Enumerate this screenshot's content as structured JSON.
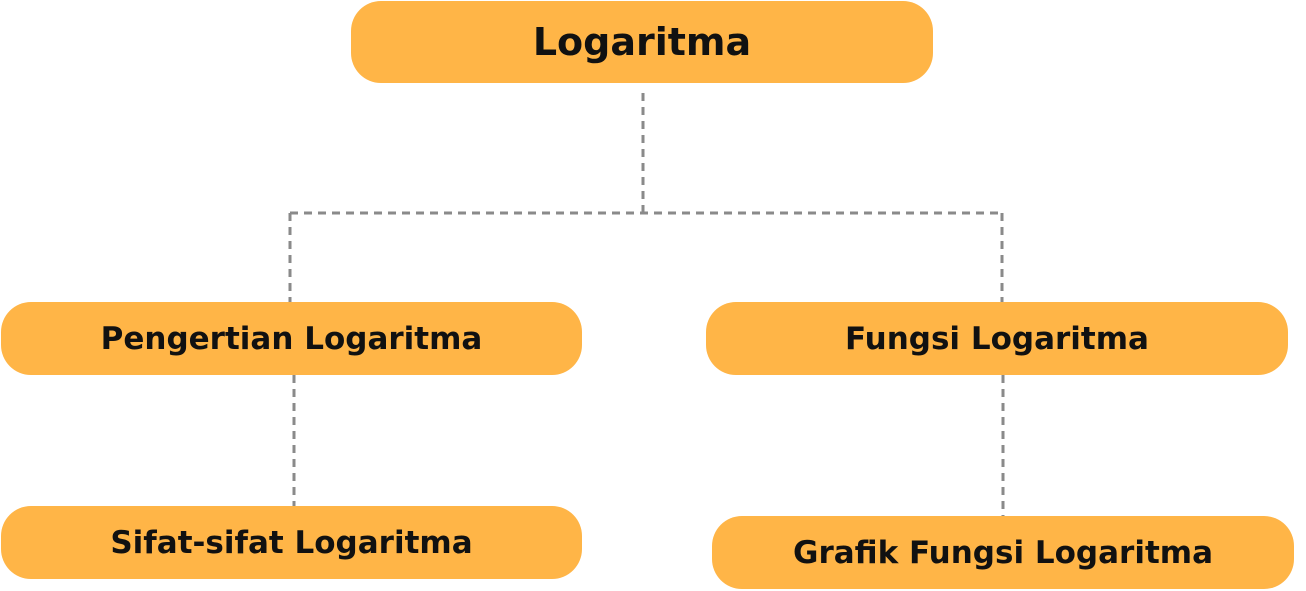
{
  "diagram": {
    "nodes": {
      "root": "Logaritma",
      "pengertian": "Pengertian Logaritma",
      "fungsi": "Fungsi Logaritma",
      "sifat": "Sifat-sifat Logaritma",
      "grafik": "Grafik Fungsi Logaritma"
    },
    "edges": [
      {
        "from": "root",
        "to": "pengertian"
      },
      {
        "from": "root",
        "to": "fungsi"
      },
      {
        "from": "pengertian",
        "to": "sifat"
      },
      {
        "from": "fungsi",
        "to": "grafik"
      }
    ]
  },
  "colors": {
    "node_fill": "#ffb547",
    "text": "#111111",
    "connector": "#8a8a8a"
  }
}
